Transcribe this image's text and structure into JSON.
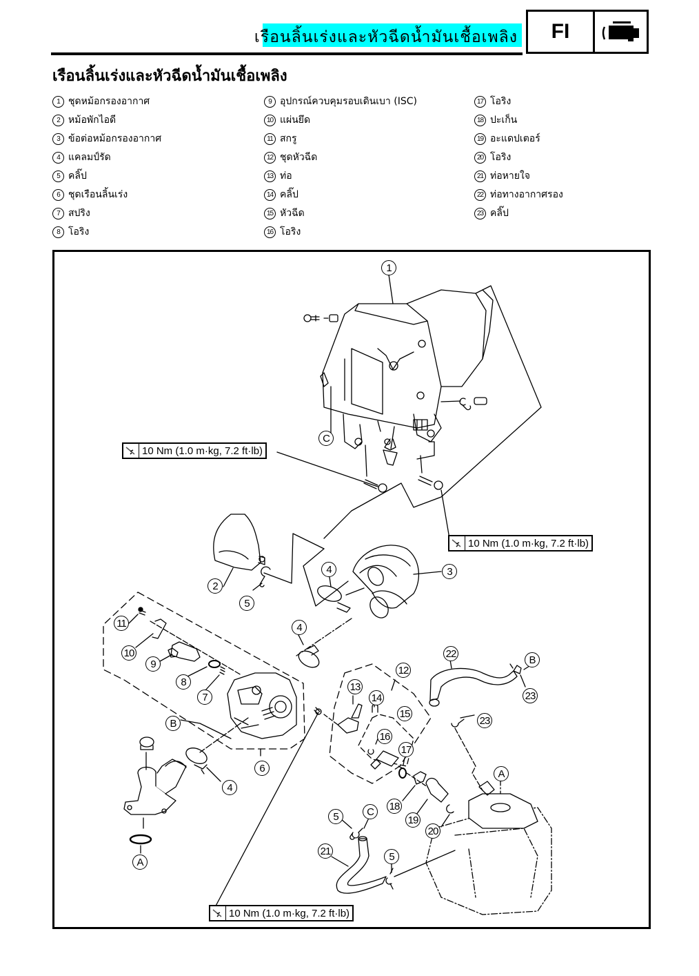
{
  "header": {
    "section_title": "เรือนลิ้นเร่งและหัวฉีดน้ำมันเชื้อเพลิง",
    "section_code": "FI",
    "section_icon": "engine-icon",
    "accent_color": "#00ffff"
  },
  "page_title": "เรือนลิ้นเร่งและหัวฉีดน้ำมันเชื้อเพลิง",
  "parts": [
    {
      "no": "1",
      "name": "ชุดหม้อกรองอากาศ"
    },
    {
      "no": "2",
      "name": "หม้อพักไอดี"
    },
    {
      "no": "3",
      "name": "ข้อต่อหม้อกรองอากาศ"
    },
    {
      "no": "4",
      "name": "แคลมป์รัด"
    },
    {
      "no": "5",
      "name": "คลิ๊ป"
    },
    {
      "no": "6",
      "name": "ชุดเรือนลิ้นเร่ง"
    },
    {
      "no": "7",
      "name": "สปริง"
    },
    {
      "no": "8",
      "name": "โอริง"
    },
    {
      "no": "9",
      "name": "อุปกรณ์ควบคุมรอบเดินเบา (ISC)"
    },
    {
      "no": "10",
      "name": "แผ่นยึด"
    },
    {
      "no": "11",
      "name": "สกรู"
    },
    {
      "no": "12",
      "name": "ชุดหัวฉีด"
    },
    {
      "no": "13",
      "name": "ท่อ"
    },
    {
      "no": "14",
      "name": "คลิ๊ป"
    },
    {
      "no": "15",
      "name": "หัวฉีด"
    },
    {
      "no": "16",
      "name": "โอริง"
    },
    {
      "no": "17",
      "name": "โอริง"
    },
    {
      "no": "18",
      "name": "ปะเก็น"
    },
    {
      "no": "19",
      "name": "อะแดปเตอร์"
    },
    {
      "no": "20",
      "name": "โอริง"
    },
    {
      "no": "21",
      "name": "ท่อหายใจ"
    },
    {
      "no": "22",
      "name": "ท่อทางอากาศรอง"
    },
    {
      "no": "23",
      "name": "คลิ๊ป"
    }
  ],
  "diagram": {
    "torque_specs": [
      {
        "text": "10 Nm (1.0 m·kg, 7.2 ft·lb)",
        "icon": "torque-wrench-icon"
      },
      {
        "text": "10 Nm (1.0 m·kg, 7.2 ft·lb)",
        "icon": "torque-wrench-icon"
      },
      {
        "text": "10 Nm (1.0 m·kg, 7.2 ft·lb)",
        "icon": "torque-wrench-icon"
      }
    ],
    "callouts": [
      "1",
      "2",
      "3",
      "4",
      "5",
      "4",
      "11",
      "10",
      "9",
      "8",
      "7",
      "6",
      "4",
      "12",
      "13",
      "14",
      "15",
      "16",
      "17",
      "18",
      "19",
      "20",
      "22",
      "23",
      "23",
      "5",
      "21",
      "5"
    ],
    "reference_marks": [
      "C",
      "B",
      "A",
      "B",
      "A",
      "C"
    ]
  }
}
